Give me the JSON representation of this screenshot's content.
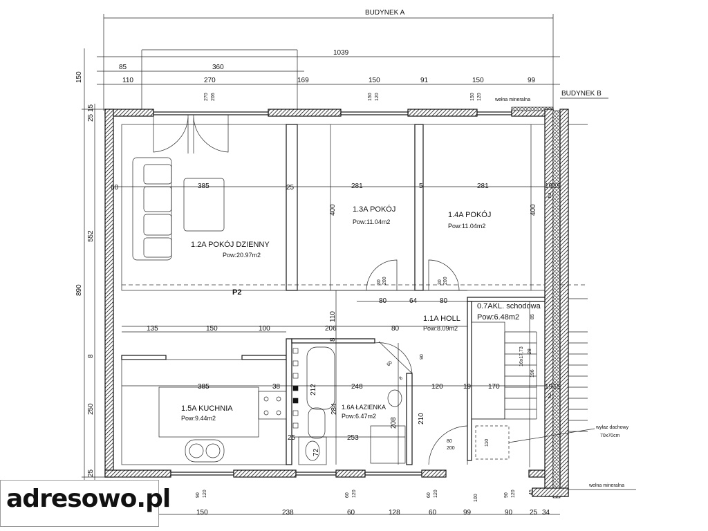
{
  "building_a": "BUDYNEK A",
  "building_b": "BUDYNEK B",
  "insulation_top": "wełna mineralna",
  "insulation_bottom": "wełna mineralna",
  "roof_hatch": {
    "label": "wyłaz dachowy",
    "size": "70x70cm"
  },
  "section_mark": "P2",
  "rooms": {
    "living": {
      "name": "1.2A POKÓJ DZIENNY",
      "area": "Pow:20.97m2"
    },
    "room13": {
      "name": "1.3A POKÓJ",
      "area": "Pow:11.04m2"
    },
    "room14": {
      "name": "1.4A POKÓJ",
      "area": "Pow:11.04m2"
    },
    "stairs": {
      "name": "0.7AKL. schodowa",
      "area": "Pow:6.48m2"
    },
    "hall": {
      "name": "1.1A HOLL",
      "area": "Pow:8.09m2"
    },
    "bath": {
      "name": "1.6A ŁAZIENKA",
      "area": "Pow:6.47m2"
    },
    "kitchen": {
      "name": "1.5A KUCHNIA",
      "area": "Pow:9.44m2"
    }
  },
  "dims": {
    "top_total": "1039",
    "top_row1": [
      "85",
      "360"
    ],
    "top_row2": [
      "110",
      "270",
      "169",
      "150",
      "91",
      "150",
      "99"
    ],
    "top_small": [
      "270",
      "206",
      "150",
      "120",
      "150",
      "120"
    ],
    "left": [
      "150",
      "25",
      "15",
      "552",
      "890",
      "8",
      "250",
      "25"
    ],
    "interior": [
      "60",
      "385",
      "25",
      "281",
      "5",
      "281",
      "19",
      "19",
      "2",
      "400",
      "400",
      "80",
      "64",
      "80",
      "30",
      "200",
      "30",
      "200",
      "110",
      "135",
      "150",
      "100",
      "206",
      "80",
      "8",
      "385",
      "38",
      "212",
      "248",
      "120",
      "19",
      "170",
      "19",
      "19",
      "2",
      "284",
      "253",
      "208",
      "210",
      "25",
      "72",
      "80",
      "200",
      "110",
      "85",
      "196",
      "28",
      "16x17,73",
      "90",
      "60",
      "8"
    ],
    "bottom": [
      "150",
      "238",
      "60",
      "128",
      "60",
      "99",
      "90",
      "25",
      "34"
    ],
    "bottom_small": [
      "90",
      "120",
      "60",
      "120",
      "60",
      "120",
      "100",
      "90",
      "120",
      "45"
    ]
  },
  "watermark": {
    "brand": "adresowo",
    "tld": ".pl"
  }
}
